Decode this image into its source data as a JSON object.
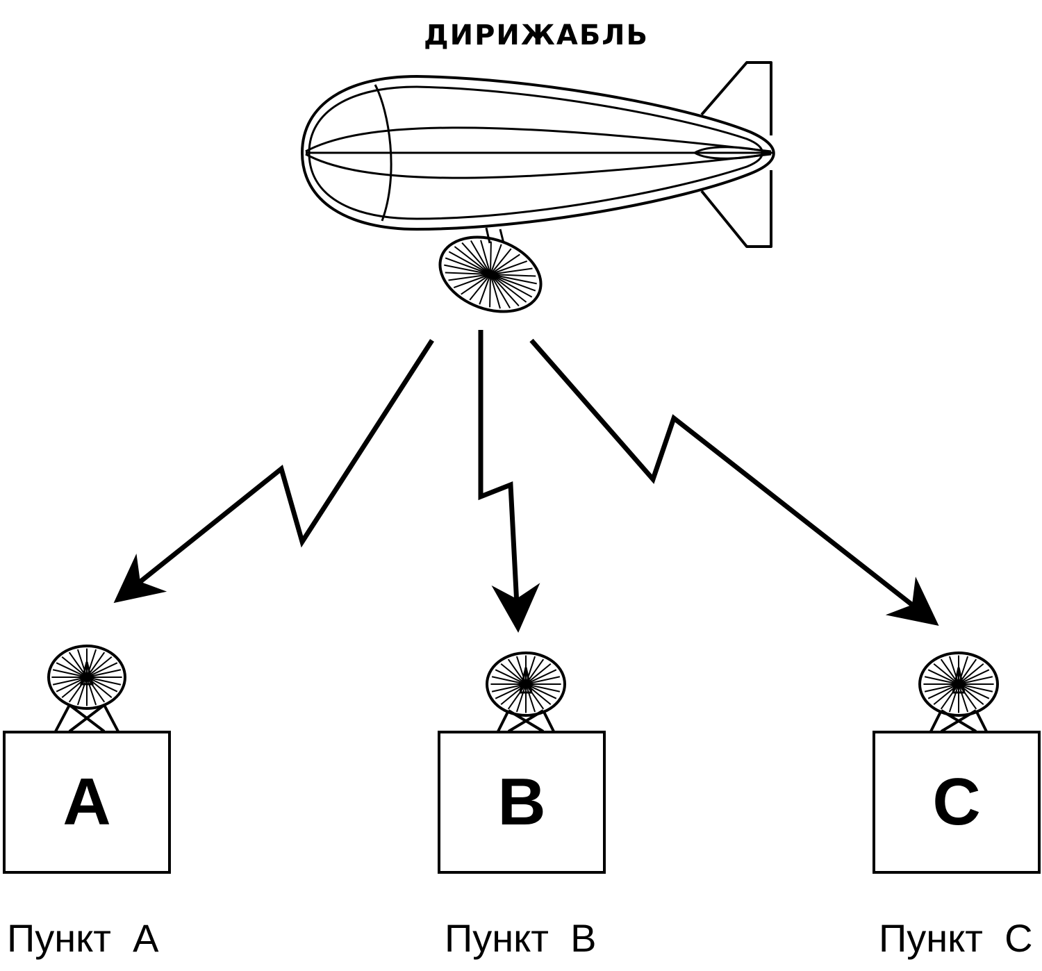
{
  "diagram": {
    "airship_label": "ДИРИЖАБЛЬ",
    "stations": [
      {
        "letter": "A",
        "caption": "Пункт  A"
      },
      {
        "letter": "B",
        "caption": "Пункт  B"
      },
      {
        "letter": "C",
        "caption": "Пункт  C"
      }
    ]
  },
  "colors": {
    "ink": "#000000",
    "background": "#ffffff"
  },
  "icons": [
    "airship-icon",
    "satellite-dish-icon",
    "signal-arrow-icon"
  ]
}
